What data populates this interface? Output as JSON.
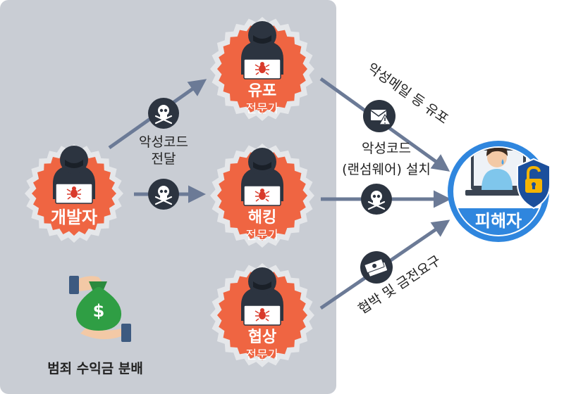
{
  "nodes": {
    "developer": {
      "title": "개발자"
    },
    "distributor": {
      "title": "유포",
      "subtitle": "전문가"
    },
    "hacker": {
      "title": "해킹",
      "subtitle": "전문가"
    },
    "negotiator": {
      "title": "협상",
      "subtitle": "전문가"
    },
    "victim": {
      "title": "피해자"
    }
  },
  "labels": {
    "malware_delivery": [
      "악성코드",
      "전달"
    ],
    "phishing": "악성메일 등 유포",
    "ransomware_install": [
      "악성코드",
      "(랜섬웨어) 설치"
    ],
    "extortion": "협박 및 금전요구",
    "profit_share": "범죄 수익금 분배"
  },
  "colors": {
    "panel": "#c9cdd4",
    "badge_outer": "#e5e7ea",
    "badge_fill": "#ef6542",
    "arrow": "#6b7a96",
    "icon_dark": "#2c3440",
    "victim_ring": "#2f86de",
    "shield": "#1b4f9c",
    "lock": "#f5b400"
  },
  "icons": [
    "skull-icon",
    "envelope-warning-icon",
    "money-icon",
    "money-bag-icon",
    "padlock-icon"
  ]
}
